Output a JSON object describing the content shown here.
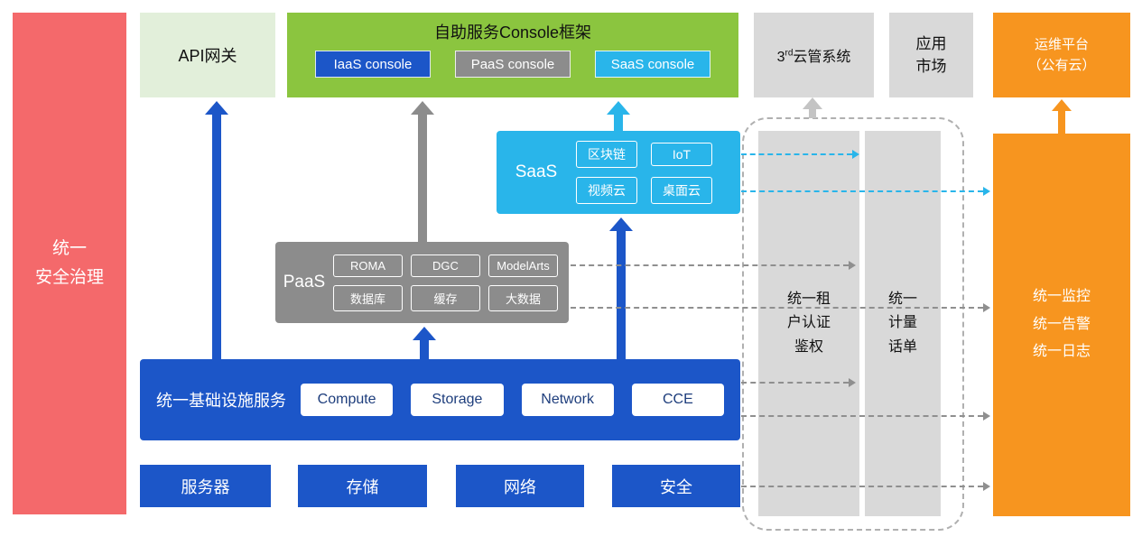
{
  "colors": {
    "red": "#F4696B",
    "lightgreen": "#E2EFDA",
    "green": "#8BC53F",
    "blue": "#1C56C8",
    "cyan": "#29B5EA",
    "gray": "#8C8C8C",
    "lightgray": "#D9D9D9",
    "orange": "#F7951F"
  },
  "security_bar": {
    "label": "统一\n安全治理"
  },
  "api_gateway": {
    "label": "API网关"
  },
  "console_frame": {
    "title": "自助服务Console框架",
    "consoles": [
      {
        "label": "IaaS console"
      },
      {
        "label": "PaaS console"
      },
      {
        "label": "SaaS console"
      }
    ]
  },
  "third_party_cloud": {
    "prefix": "3",
    "sup": "rd",
    "suffix": "云管系统"
  },
  "app_market": {
    "label": "应用\n市场"
  },
  "om_platform": {
    "label": "运维平台\n（公有云）"
  },
  "saas": {
    "label": "SaaS",
    "items": [
      "区块链",
      "IoT",
      "视频云",
      "桌面云"
    ]
  },
  "paas": {
    "label": "PaaS",
    "items": [
      "ROMA",
      "DGC",
      "ModelArts",
      "数据库",
      "缓存",
      "大数据"
    ]
  },
  "infrastructure": {
    "label": "统一基础设施服务",
    "items": [
      "Compute",
      "Storage",
      "Network",
      "CCE"
    ]
  },
  "resource_row": {
    "items": [
      "服务器",
      "存储",
      "网络",
      "安全"
    ]
  },
  "tenant_auth_bar": {
    "label": "统一租\n户认证\n鉴权"
  },
  "metering_bar": {
    "label": "统一\n计量\n话单"
  },
  "monitor_bar": {
    "label": "统一监控\n统一告警\n统一日志"
  }
}
